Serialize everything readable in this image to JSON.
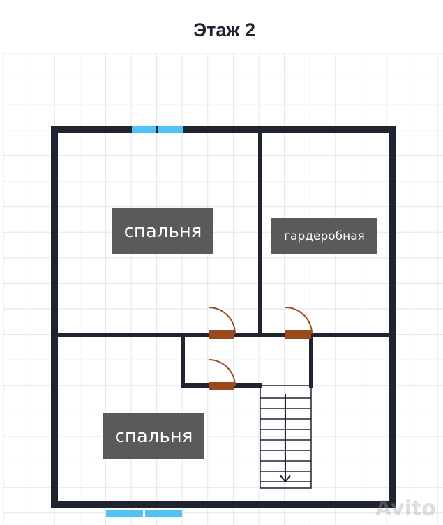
{
  "floor_title": "Этаж 2",
  "rooms": {
    "bedroom_top": "спальня",
    "wardrobe": "гардеробная",
    "bedroom_bottom": "спальня"
  },
  "watermark": "Avito",
  "colors": {
    "wall": "#1f2430",
    "window": "#4fc3f7",
    "door": "#9a4a1a",
    "grid": "#e3e6ec",
    "label_bg": "#5b5a5a"
  },
  "icons": [
    "window-icon",
    "door-icon",
    "stairs-icon",
    "stairs-arrow-icon"
  ]
}
